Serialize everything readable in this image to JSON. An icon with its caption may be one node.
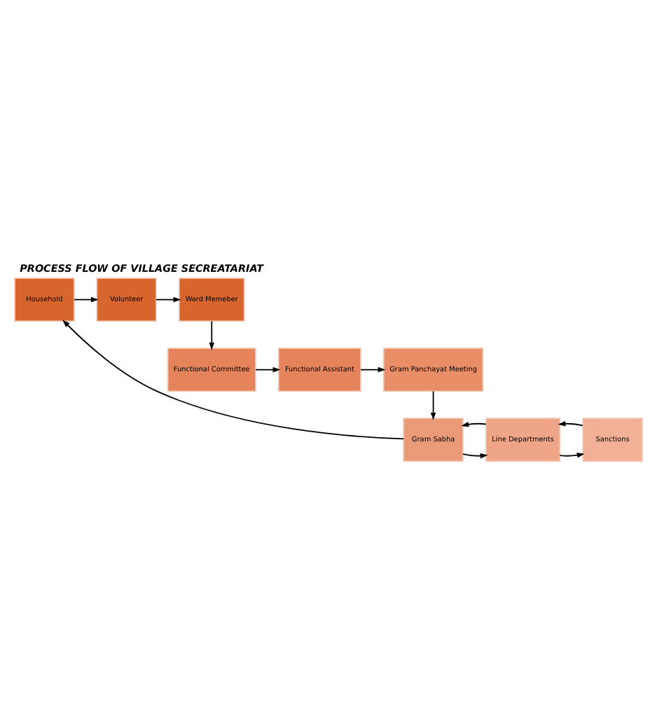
{
  "diagram": {
    "title": "PROCESS FLOW OF VILLAGE SECREATARIAT",
    "nodes": [
      {
        "text": [
          "Household"
        ]
      },
      {
        "text": [
          "Volunteer"
        ]
      },
      {
        "text": [
          "Ward Memeber"
        ]
      },
      {
        "text": [
          "Functional Committee"
        ]
      },
      {
        "text": [
          "Functional Assistant"
        ]
      },
      {
        "text": [
          "Gram Panchayat Meeting"
        ]
      },
      {
        "text": [
          "Gram Sabha"
        ]
      },
      {
        "text": [
          "Line Departments"
        ]
      },
      {
        "text": [
          "Sanctions"
        ]
      }
    ],
    "edges": [
      {
        "from": 0,
        "to": 1,
        "arrow": "to"
      },
      {
        "from": 1,
        "to": 2,
        "arrow": "to"
      },
      {
        "from": 2,
        "to": 3,
        "arrow": "to"
      },
      {
        "from": 3,
        "to": 4,
        "arrow": "to"
      },
      {
        "from": 4,
        "to": 5,
        "arrow": "to"
      },
      {
        "from": 5,
        "to": 6,
        "arrow": "to"
      },
      {
        "from": 6,
        "to": 7,
        "arrow": "to"
      },
      {
        "from": 7,
        "to": 6,
        "arrow": "to"
      },
      {
        "from": 7,
        "to": 8,
        "arrow": "to"
      },
      {
        "from": 8,
        "to": 7,
        "arrow": "to"
      },
      {
        "from": 6,
        "to": 0,
        "arrow": "to"
      }
    ]
  }
}
